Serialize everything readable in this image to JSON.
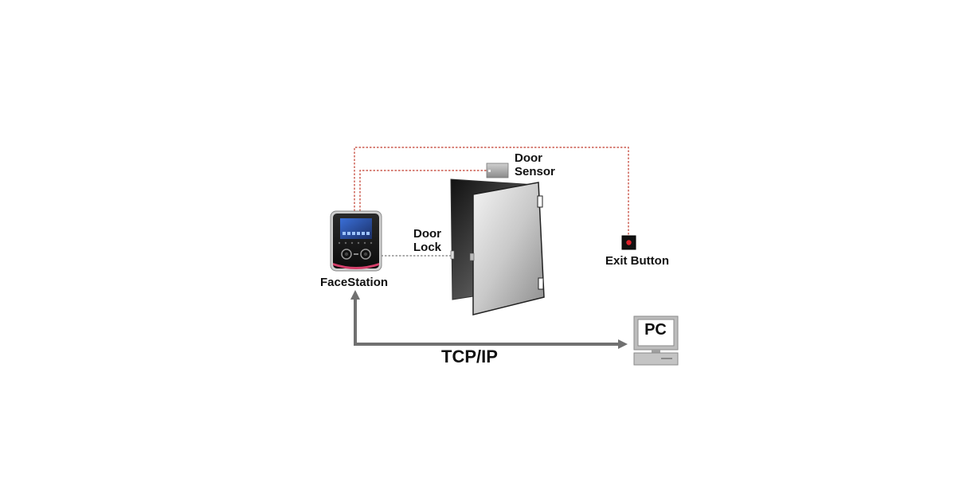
{
  "labels": {
    "door_sensor": [
      "Door",
      "Sensor"
    ],
    "door_lock": [
      "Door",
      "Lock"
    ],
    "exit_button": "Exit Button",
    "facestation": "FaceStation",
    "tcpip": "TCP/IP",
    "pc": "PC"
  },
  "colors": {
    "wire_red": "#c0392b",
    "wire_gray": "#777777",
    "arrow_gray": "#707070",
    "button_red": "#e0202a"
  }
}
